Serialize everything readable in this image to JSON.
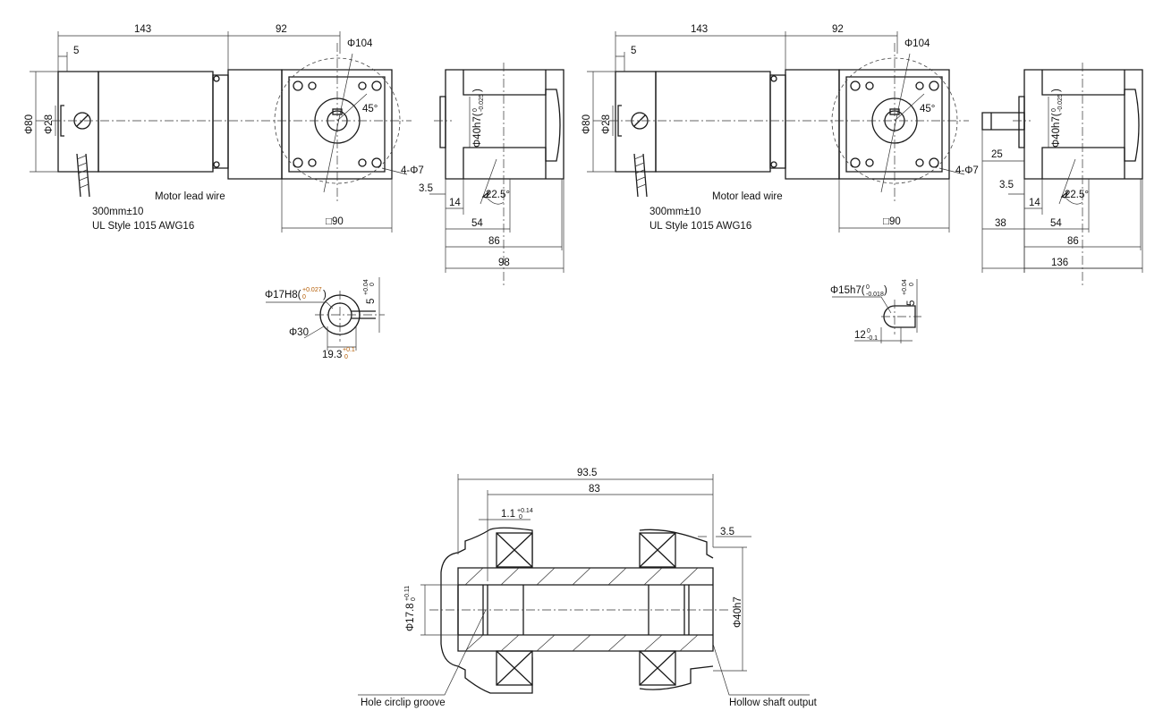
{
  "left_view": {
    "dim_143": "143",
    "dim_92": "92",
    "dim_5": "5",
    "phi104": "Φ104",
    "phi80": "Φ80",
    "phi28": "Φ28",
    "angle_45": "45°",
    "holes": "4-Φ7",
    "square_90": "□90",
    "dim_3_5": "3.5",
    "dim_14": "14",
    "dim_54": "54",
    "dim_86": "86",
    "dim_98": "98",
    "phi40": "Φ40h7(",
    "phi40_tol_upper": "0",
    "phi40_tol_lower": "-0.025",
    "phi40_close": ")",
    "angle_22_5": "22.5°",
    "lead_wire": "Motor lead wire",
    "wire_length": "300mm±10",
    "wire_spec": "UL Style 1015 AWG16"
  },
  "left_keyway": {
    "bore": "Φ17H8(",
    "bore_tol_upper": "+0.027",
    "bore_tol_lower": "0",
    "bore_close": ")",
    "phi30": "Φ30",
    "width": "19.3",
    "width_tol_upper": "+0.1",
    "width_tol_lower": "0",
    "key": "5",
    "key_tol_upper": "+0.04",
    "key_tol_lower": "0"
  },
  "right_view": {
    "dim_143": "143",
    "dim_92": "92",
    "dim_5": "5",
    "phi104": "Φ104",
    "phi80": "Φ80",
    "phi28": "Φ28",
    "angle_45": "45°",
    "holes": "4-Φ7",
    "square_90": "□90",
    "dim_25": "25",
    "dim_3_5": "3.5",
    "dim_14": "14",
    "dim_38": "38",
    "dim_54": "54",
    "dim_86": "86",
    "dim_136": "136",
    "phi40": "Φ40h7(",
    "phi40_tol_upper": "0",
    "phi40_tol_lower": "-0.025",
    "phi40_close": ")",
    "angle_22_5": "22.5°",
    "lead_wire": "Motor lead wire",
    "wire_length": "300mm±10",
    "wire_spec": "UL Style 1015 AWG16"
  },
  "right_shaft": {
    "shaft": "Φ15h7(",
    "shaft_tol_upper": "0",
    "shaft_tol_lower": "-0.018",
    "shaft_close": ")",
    "flat": "12",
    "flat_tol_upper": "0",
    "flat_tol_lower": "-0.1",
    "key": "5",
    "key_tol_upper": "+0.04",
    "key_tol_lower": "0"
  },
  "hollow_shaft": {
    "dim_93_5": "93.5",
    "dim_83": "83",
    "dim_1_1": "1.1",
    "dim_1_1_tol_upper": "+0.14",
    "dim_1_1_tol_lower": "0",
    "dim_3_5": "3.5",
    "phi17_8": "Φ17.8",
    "phi17_8_tol_upper": "+0.11",
    "phi17_8_tol_lower": "0",
    "phi40h7": "Φ40h7",
    "label_groove": "Hole circlip groove",
    "label_output": "Hollow shaft output"
  }
}
